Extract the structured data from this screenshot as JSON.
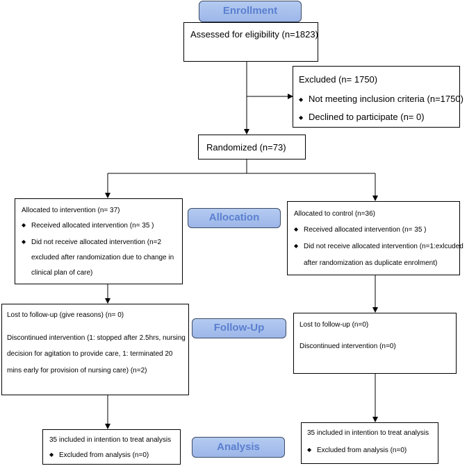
{
  "colors": {
    "phase_fill": "#a9c2ee",
    "phase_text": "#5b7fcf",
    "phase_border": "#3c4a64",
    "line": "#000000"
  },
  "phases": {
    "enrollment": "Enrollment",
    "allocation": "Allocation",
    "followup": "Follow-Up",
    "analysis": "Analysis"
  },
  "assessed": "Assessed for eligibility (n=1823)",
  "excluded": {
    "title": "Excluded (n= 1750)",
    "items": [
      "Not meeting inclusion criteria (n=1750)",
      "Declined to participate (n= 0)"
    ]
  },
  "randomized": "Randomized (n=73)",
  "intervention": {
    "allocated": "Allocated to intervention (n= 37)",
    "received": "Received allocated intervention (n= 35 )",
    "not_received_lines": [
      "Did not receive allocated intervention (n=2",
      "excluded after randomization due to change in",
      "clinical plan of care)"
    ],
    "lost": "Lost to follow-up (give reasons) (n= 0)",
    "discontinued_lines": [
      "Discontinued intervention (1: stopped after 2.5hrs, nursing",
      "decision for agitation to provide care, 1: terminated 20",
      "mins early for provision of nursing care) (n=2)"
    ],
    "analysed": "35 included in intention to treat analysis",
    "excluded_analysis": "Excluded from analysis (n=0)"
  },
  "control": {
    "allocated": "Allocated to control (n=36)",
    "received": "Received allocated intervention (n= 35 )",
    "not_received_lines": [
      "Did not receive allocated intervention (n=1:exlcuded",
      "after randomization as duplicate enrolment)"
    ],
    "lost": "Lost to follow-up (n=0)",
    "discontinued": "Discontinued intervention (n=0)",
    "analysed": "35 included in intention to treat analysis",
    "excluded_analysis": "Excluded from analysis (n=0)"
  }
}
